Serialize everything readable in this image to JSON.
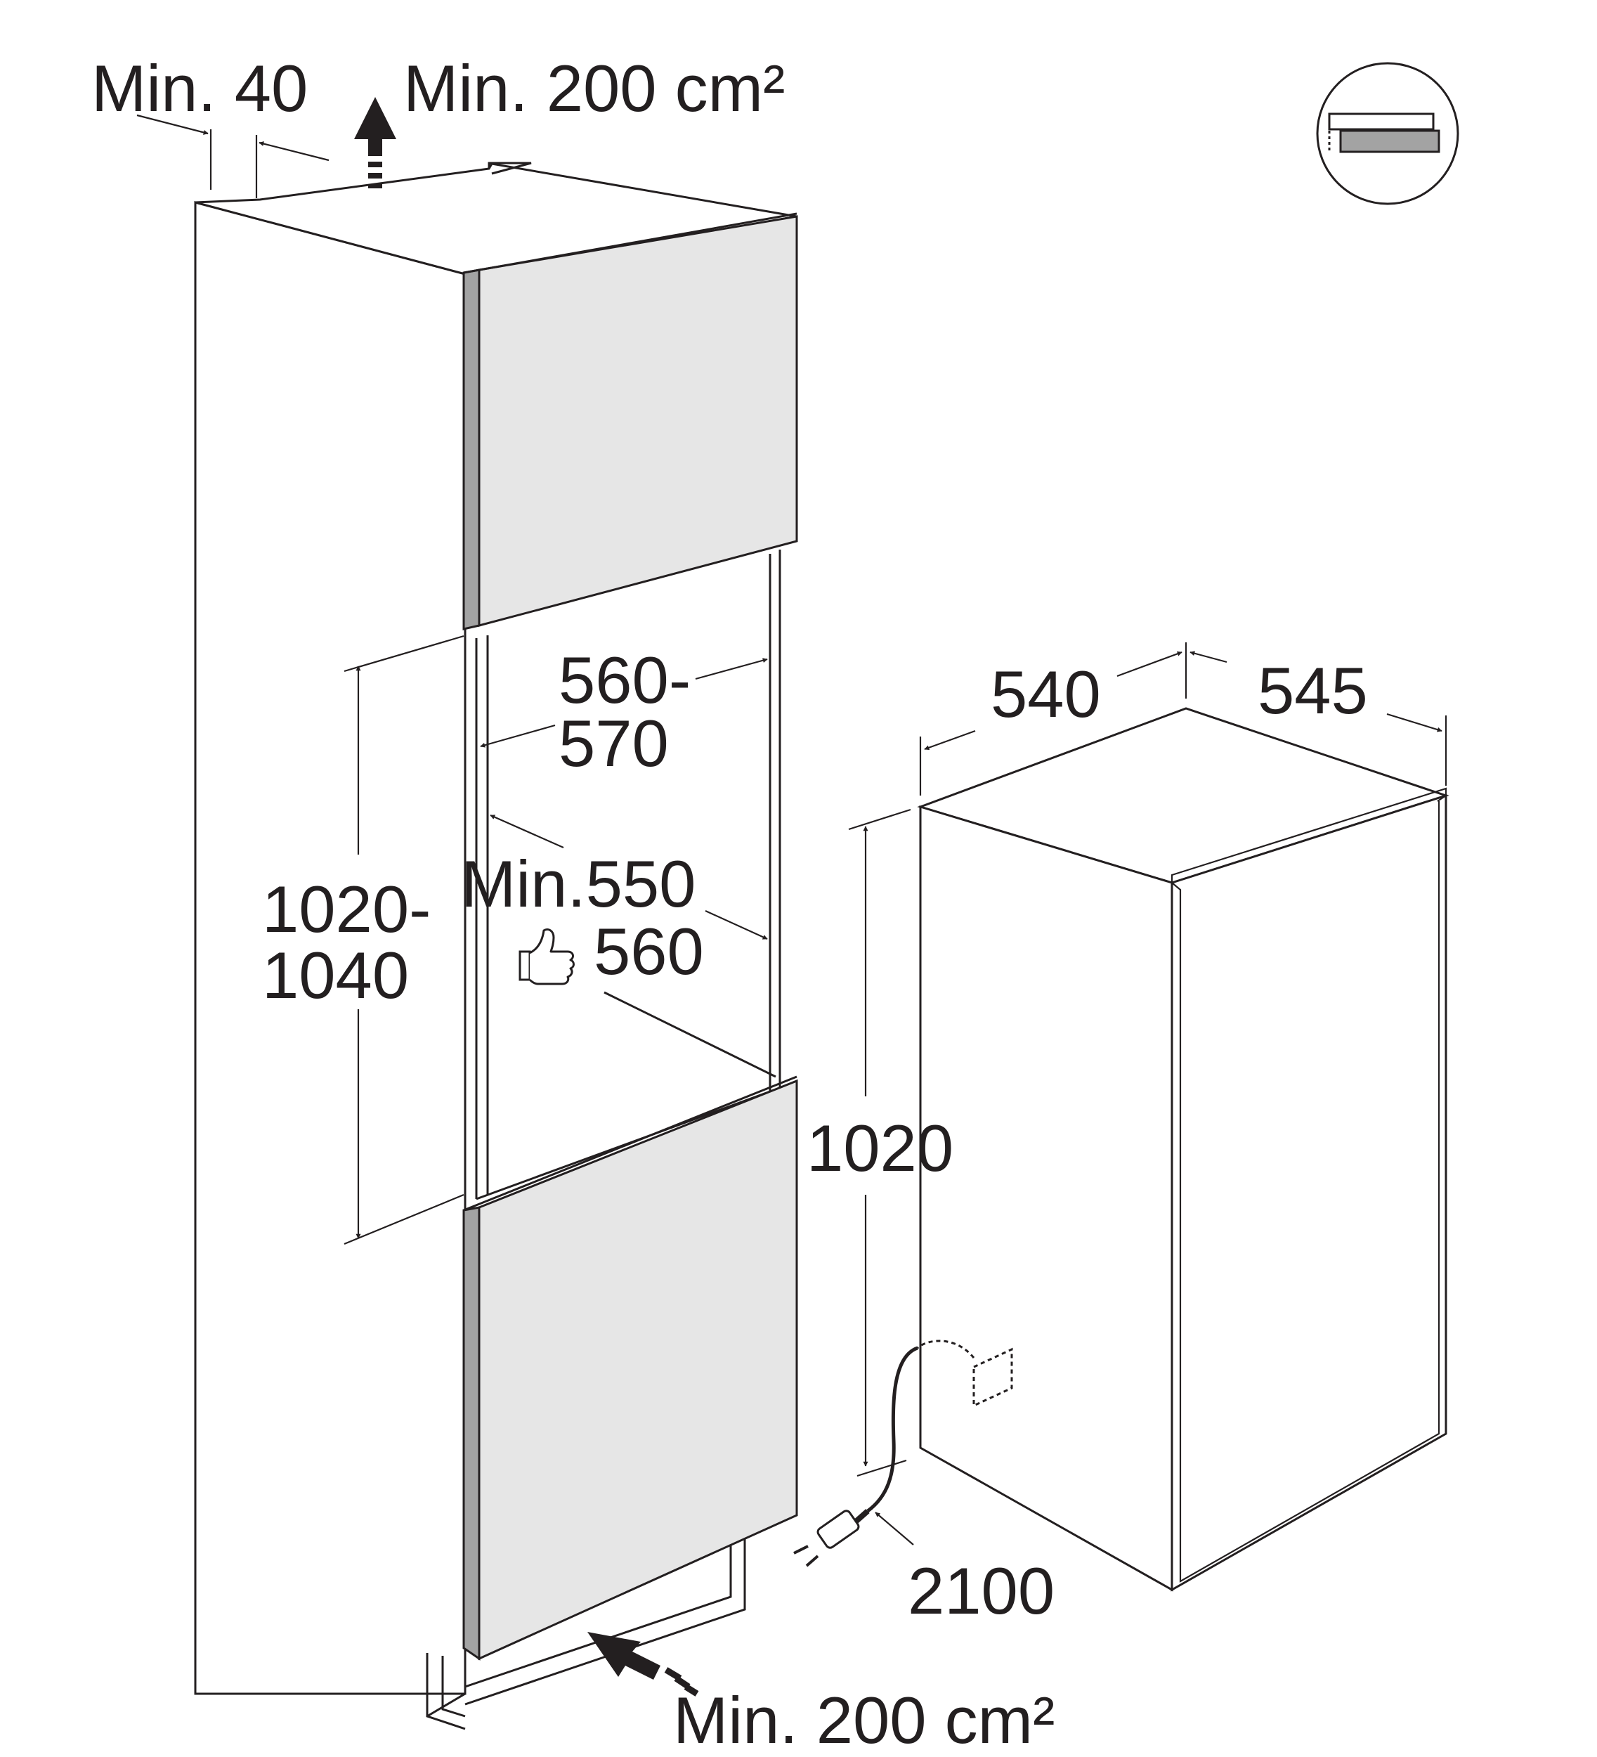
{
  "labels": {
    "top_left_gap": "Min. 40",
    "top_vent": "Min. 200 cm²",
    "bottom_vent": "Min. 200 cm²",
    "niche_width_line1": "560-",
    "niche_width_line2": "570",
    "niche_depth_min": "Min.550",
    "niche_depth_recommended": "560",
    "niche_height_line1": "1020-",
    "niche_height_line2": "1040",
    "appliance_width": "540",
    "appliance_depth": "545",
    "appliance_height": "1020",
    "cable_length": "2100"
  },
  "icons": {
    "thumbs_up": "thumbs-up-icon",
    "door_type": "door-fixing-icon",
    "plug": "power-plug-icon",
    "socket": "wall-socket-icon"
  },
  "colors": {
    "line": "#231f20",
    "panel_fill": "#e6e6e6",
    "panel_edge": "#a3a3a3"
  }
}
